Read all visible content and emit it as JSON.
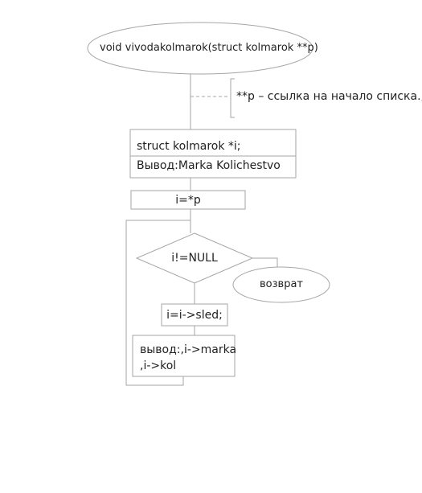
{
  "diagram": {
    "function_header": "void vivodakolmarok(struct kolmarok **p)",
    "comment": "**p – ссылка на начало списка.;",
    "declaration": "struct kolmarok *i;",
    "output_header": "Вывод:Marka   Kolichestvo",
    "assign_start": "i=*p",
    "condition": "i!=NULL",
    "return_label": "возврат",
    "advance": "i=i->sled;",
    "loop_output_line1": "вывод:,i->marka",
    "loop_output_line2": ",i->kol"
  },
  "colors": {
    "stroke": "#a6a6a6",
    "text": "#222222",
    "background": "#ffffff"
  }
}
